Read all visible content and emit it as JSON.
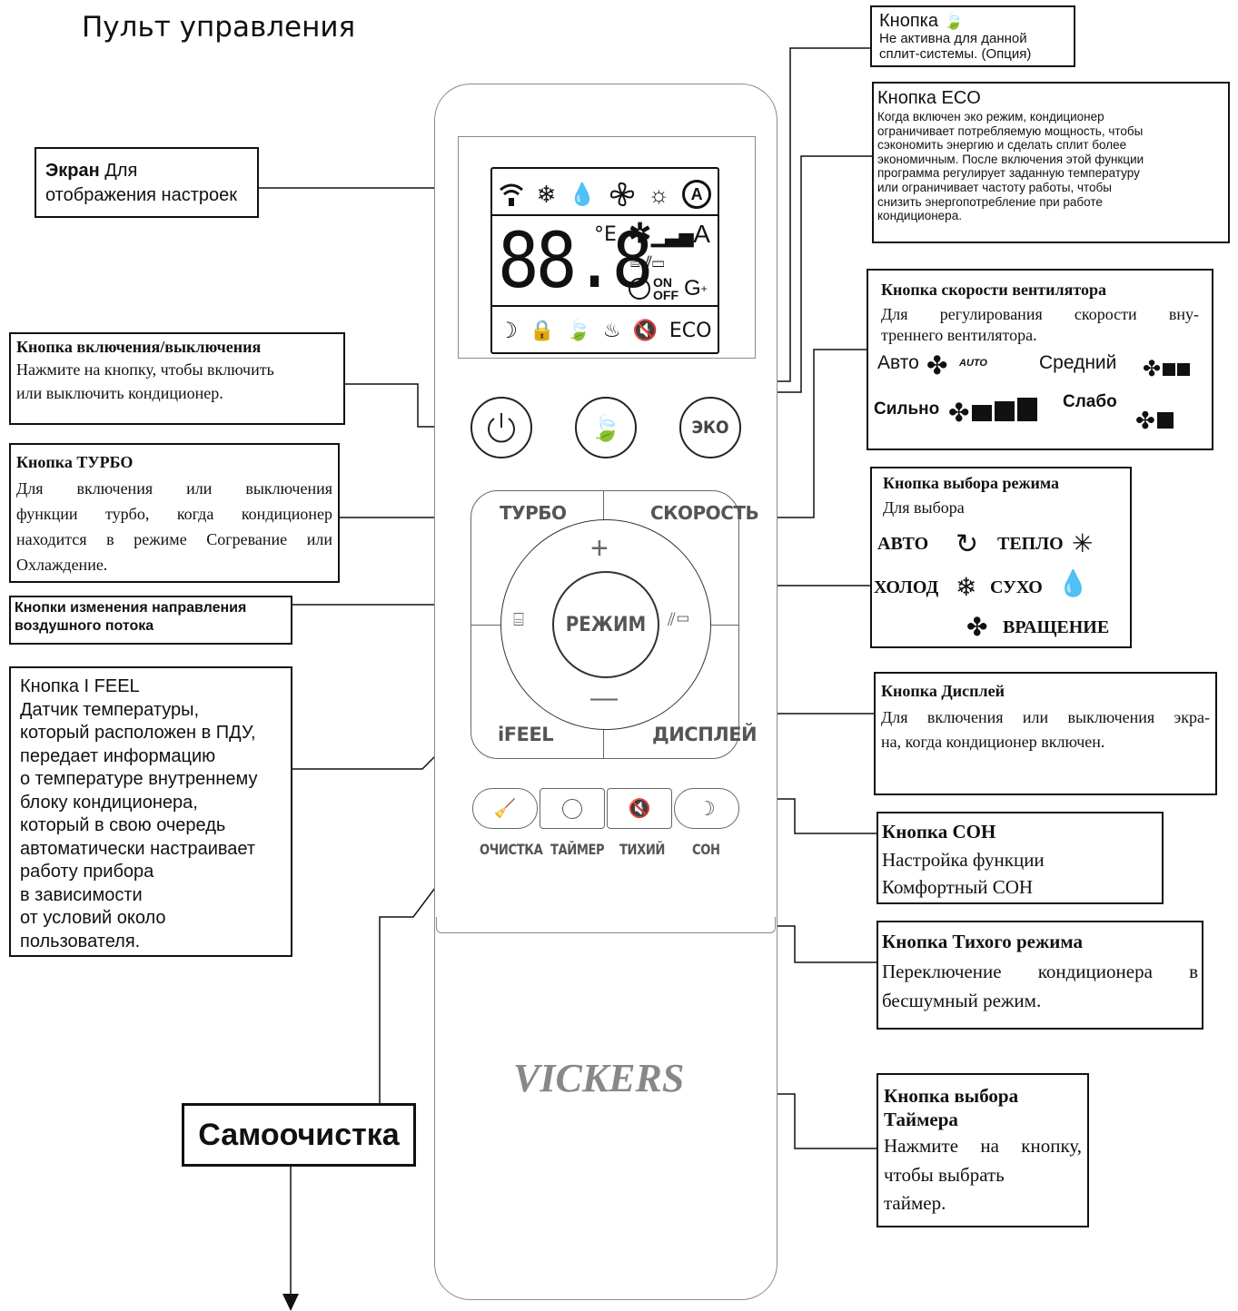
{
  "title": "Пульт управления",
  "callouts": {
    "screen": {
      "bold": "Экран",
      "text1": " Для",
      "text2": "отображения настроек"
    },
    "leaf": {
      "title": "Кнопка",
      "line1": "Не активна для данной",
      "line2": "сплит-системы. (Опция)"
    },
    "eco": {
      "title": "Кнопка ECO",
      "lines": [
        "Когда включен эко режим, кондиционер",
        "ограничивает потребляемую мощность, чтобы",
        "сэкономить энергию и сделать сплит более",
        "экономичным. После включения  этой функции",
        "программа регулирует заданную температуру",
        "или ограничивает частоту работы, чтобы",
        "снизить энергопотребление при работе",
        "кондиционера."
      ]
    },
    "power": {
      "title": "Кнопка включения/выключения",
      "line1": "Нажмите на кнопку, чтобы включить",
      "line2": "или выключить кондиционер."
    },
    "fan": {
      "title": "Кнопка скорости вентилятора",
      "line1": "Для регулирования скорости вну-",
      "line2": "треннего вентилятора.",
      "auto": "Авто",
      "auto_tag": "AUTO",
      "medium": "Средний",
      "strong": "Сильно",
      "weak": "Слабо"
    },
    "turbo": {
      "title": "Кнопка ТУРБО",
      "line1": "Для включения или выключения",
      "line2": "функции турбо, когда кондиционер",
      "line3": "находится в режиме Согревание или",
      "line4": "Охлаждение."
    },
    "mode": {
      "title": "Кнопка выбора режима",
      "line1": "Для выбора",
      "auto": "АВТО",
      "heat": "ТЕПЛО",
      "cool": "ХОЛОД",
      "dry": "СУХО",
      "fan": "ВРАЩЕНИЕ"
    },
    "swing": {
      "line1": "Кнопки изменения направления",
      "line2": "воздушного потока"
    },
    "ifeel": {
      "lines": [
        "Кнопка I FEEL",
        "Датчик температуры,",
        "который расположен в ПДУ,",
        "передает информацию",
        "о температуре внутреннему",
        "блоку кондиционера,",
        "который в свою очередь",
        "автоматически настраивает",
        "работу прибора",
        "в зависимости",
        "от условий около",
        "пользователя."
      ]
    },
    "display": {
      "title": "Кнопка Дисплей",
      "line1": "Для включения или выключения экра-",
      "line2": "на, когда кондиционер включен."
    },
    "sleep": {
      "title": "Кнопка СОН",
      "line1": "Настройка функции",
      "line2": "Комфортный СОН"
    },
    "quiet": {
      "title": "Кнопка Тихого режима",
      "line1": "Переключение кондиционера в",
      "line2": "бесшумный режим."
    },
    "timer": {
      "title1": "Кнопка выбора",
      "title2": "Таймера",
      "line1": "Нажмите на кнопку,",
      "line2": "чтобы выбрать",
      "line3": "таймер."
    },
    "selfclean": {
      "label": "Самоочистка"
    }
  },
  "remote": {
    "lcd_digits": "88.8",
    "lcd_unit": "°E",
    "lcd_on": "ON",
    "lcd_off": "OFF",
    "lcd_g": "G",
    "lcd_eco": "ECO",
    "lcd_fan_a": "A",
    "eco_button": "ЭКО",
    "turbo": "ТУРБО",
    "speed": "СКОРОСТЬ",
    "plus": "+",
    "minus": "—",
    "mode": "РЕЖИМ",
    "ifeel": "iFEEL",
    "display": "ДИСПЛЕЙ",
    "clean": "ОЧИСТКА",
    "timer": "ТАЙМЕР",
    "quiet": "ТИХИЙ",
    "sleep": "СОН",
    "brand": "VICKERS"
  }
}
